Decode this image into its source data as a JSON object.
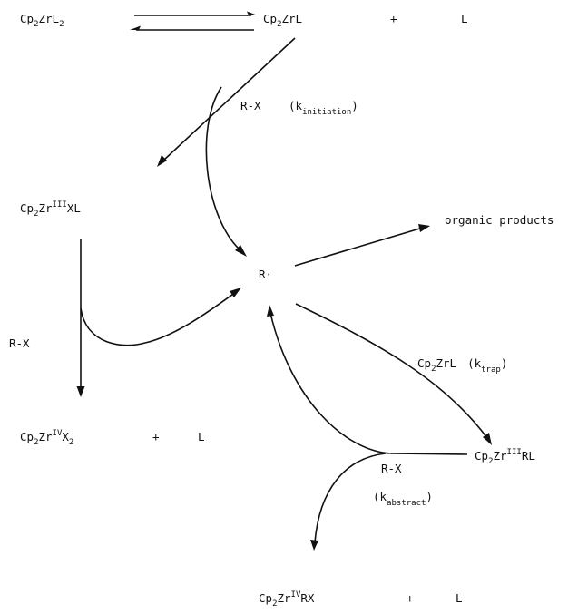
{
  "species": {
    "cp2zrl2": {
      "base": "Cp",
      "s1": "2",
      "mid": "ZrL",
      "s2": "2"
    },
    "cp2zrl": {
      "base": "Cp",
      "s1": "2",
      "mid": "ZrL"
    },
    "plus": "+",
    "l": "L",
    "zr3xl": {
      "base": "Cp",
      "s1": "2",
      "mid": "Zr",
      "sup": "III",
      "tail": "XL"
    },
    "radical": "R·",
    "organic": "organic products",
    "zr4x2": {
      "base": "Cp",
      "s1": "2",
      "mid": "Zr",
      "sup": "IV",
      "tail": "X",
      "s2": "2"
    },
    "zr3rl": {
      "base": "Cp",
      "s1": "2",
      "mid": "Zr",
      "sup": "III",
      "tail": "RL"
    },
    "zr4rx": {
      "base": "Cp",
      "s1": "2",
      "mid": "Zr",
      "sup": "IV",
      "tail": "RX"
    }
  },
  "labels": {
    "rx": "R-X",
    "k_init": {
      "open": "(k",
      "sub": "initiation",
      "close": ")"
    },
    "trap": {
      "base": "Cp",
      "s1": "2",
      "mid": "ZrL",
      "open": "(k",
      "sub": "trap",
      "close": ")"
    },
    "k_abs": {
      "open": "(k",
      "sub": "abstract",
      "close": ")"
    }
  }
}
